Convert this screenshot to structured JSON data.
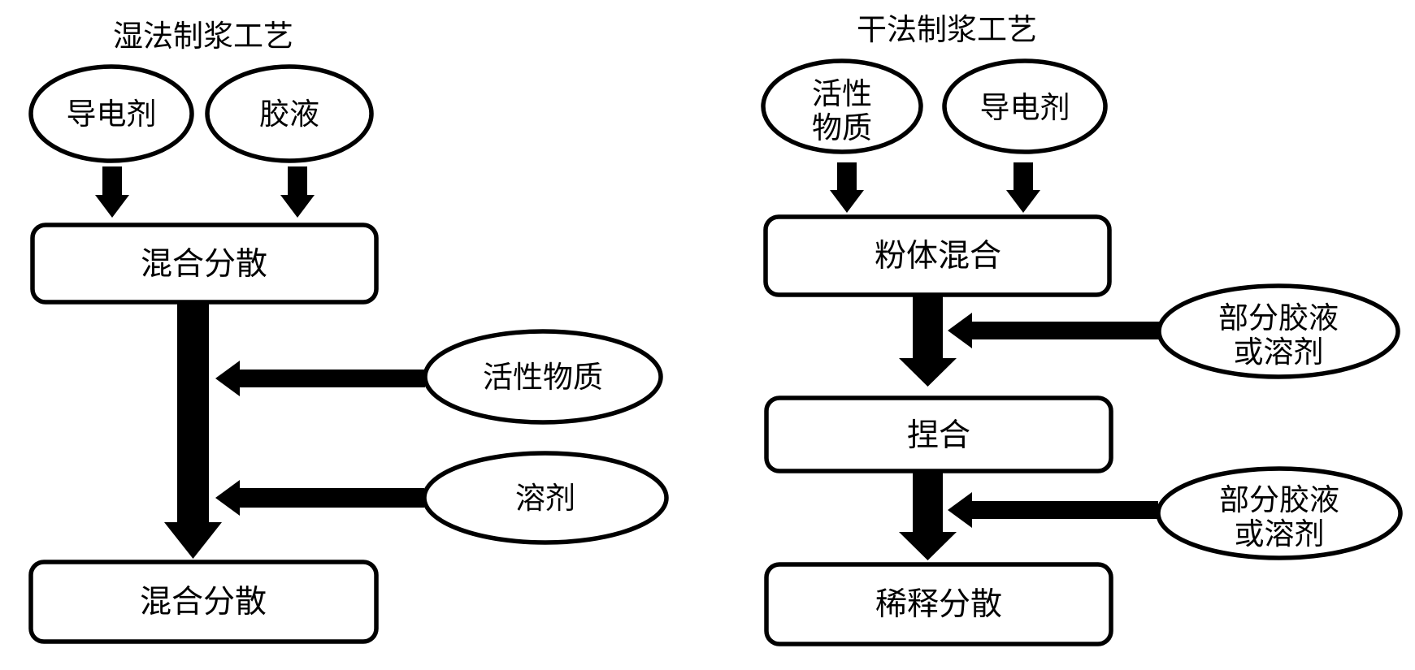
{
  "page": {
    "background_color": "#ffffff",
    "ink_color": "#000000"
  },
  "wet_process": {
    "title": "湿法制浆工艺",
    "input_conductive_agent": "导电剂",
    "input_glue": "胶液",
    "step_mix_disperse_1": "混合分散",
    "side_input_active_material": "活性物质",
    "side_input_solvent": "溶剂",
    "step_mix_disperse_2": "混合分散"
  },
  "dry_process": {
    "title": "干法制浆工艺",
    "input_active_material_line1": "活性",
    "input_active_material_line2": "物质",
    "input_conductive_agent": "导电剂",
    "step_powder_mix": "粉体混合",
    "side_input_1_line1": "部分胶液",
    "side_input_1_line2": "或溶剂",
    "step_knead": "捏合",
    "side_input_2_line1": "部分胶液",
    "side_input_2_line2": "或溶剂",
    "step_dilute_disperse": "稀释分散"
  }
}
